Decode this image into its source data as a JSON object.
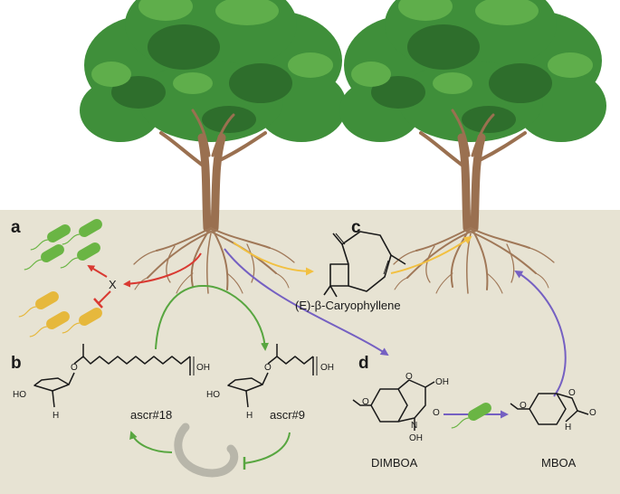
{
  "panels": {
    "a": "a",
    "b": "b",
    "c": "c",
    "d": "d"
  },
  "compounds": {
    "unknown": "X",
    "caryophyllene": "(E)-β-Caryophyllene",
    "ascr18": "ascr#18",
    "ascr9": "ascr#9",
    "dimboa": "DIMBOA",
    "mboa": "MBOA"
  },
  "atoms": {
    "OH": "OH",
    "HO": "HO",
    "H": "H",
    "O": "O",
    "N": "N",
    "NH": "H",
    "OMe": "O"
  },
  "colors": {
    "soil": "#e7e3d3",
    "foliage": "#3f8f3a",
    "foliage_dark": "#2e6e2c",
    "foliage_light": "#5fae4b",
    "trunk": "#9a7050",
    "roots": "#a07858",
    "inhibit_red": "#d93a32",
    "caryophyllene_yellow": "#f2c040",
    "nematode_green": "#58a640",
    "benzoxazinoid_purple": "#7560c2",
    "pseudomonas_green": "#6ab544",
    "bacillus_yellow": "#e6b83c",
    "nematode_grey": "#b8b6aa"
  }
}
